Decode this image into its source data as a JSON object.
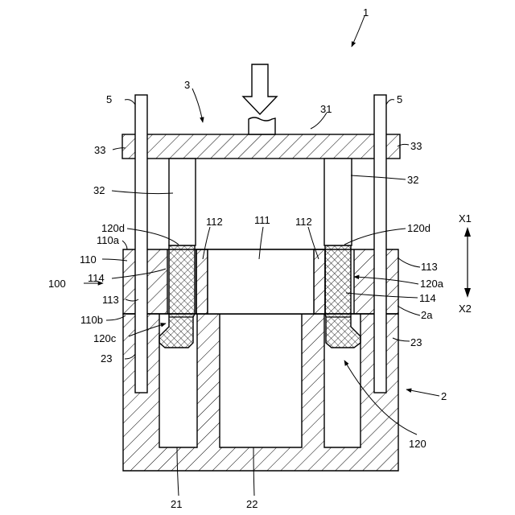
{
  "colors": {
    "line": "#000000",
    "background": "#ffffff",
    "hatch": "#000000"
  },
  "labels": {
    "l1": "1",
    "l3": "3",
    "l31": "31",
    "l5_left": "5",
    "l5_right": "5",
    "l33_left": "33",
    "l33_right": "33",
    "l32_left": "32",
    "l32_right": "32",
    "l111": "111",
    "l112_left": "112",
    "l112_right": "112",
    "l120d_left": "120d",
    "l120d_right": "120d",
    "l110a": "110a",
    "l110": "110",
    "l100": "100",
    "l114_left": "114",
    "l113_left": "113",
    "l110b": "110b",
    "l120c": "120c",
    "l23_left": "23",
    "l113_right": "113",
    "l120a": "120a",
    "l114_right": "114",
    "l2a": "2a",
    "l23_right": "23",
    "l2": "2",
    "l120": "120",
    "l21": "21",
    "l22": "22",
    "x1": "X1",
    "x2": "X2"
  }
}
